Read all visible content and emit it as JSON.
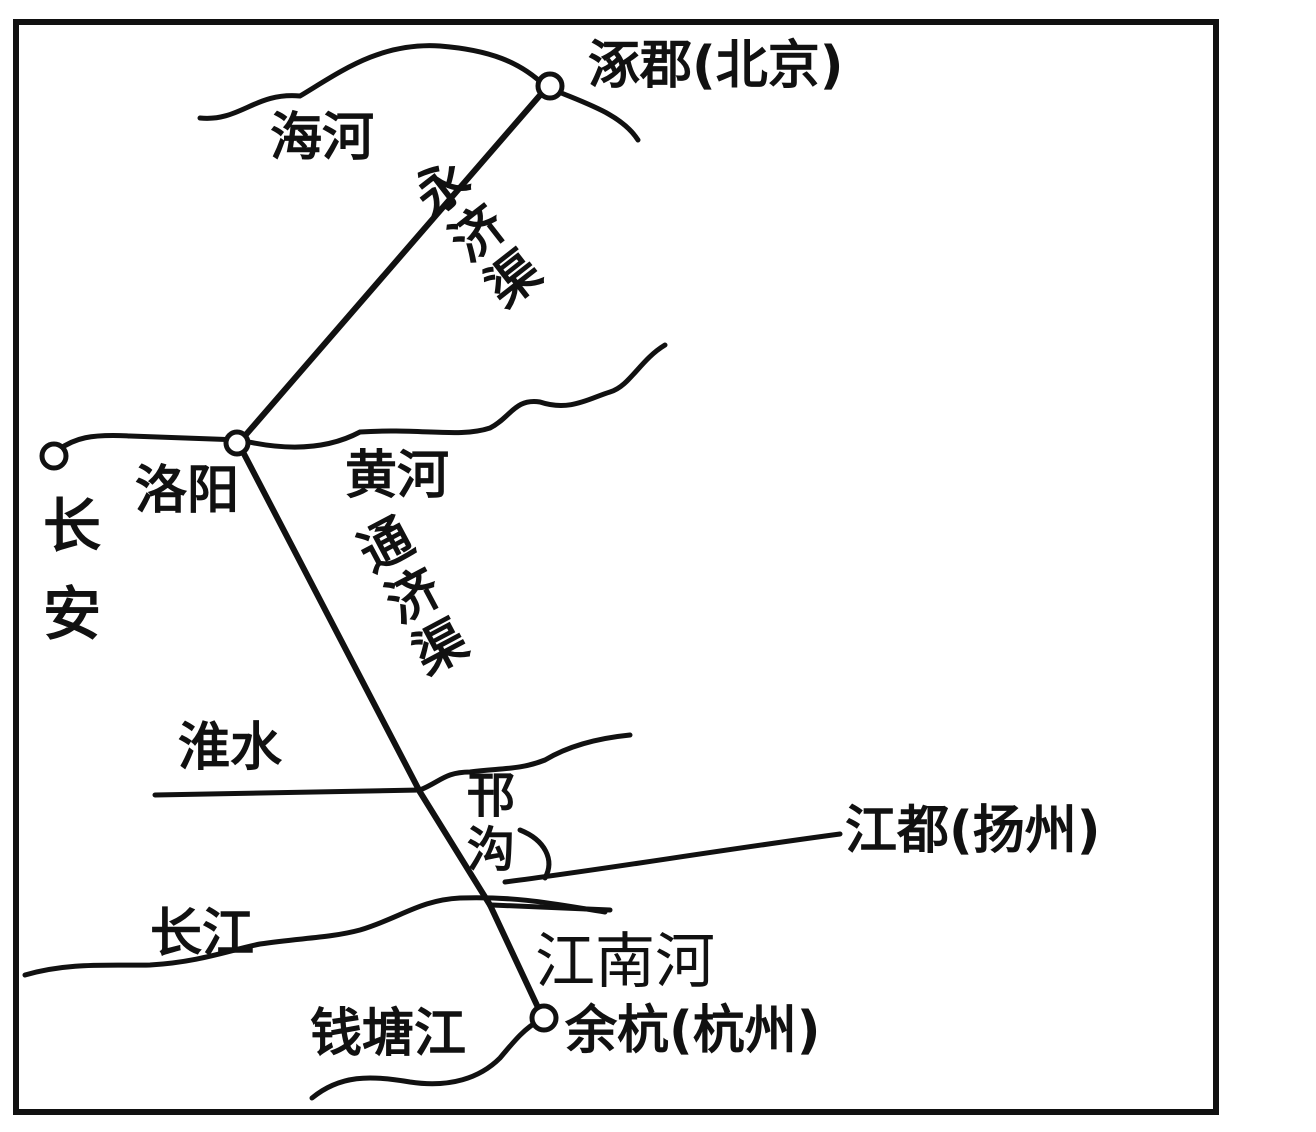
{
  "map": {
    "cities": {
      "zhuojun": "涿郡(北京)",
      "changan": "长安",
      "luoyang": "洛阳",
      "jiangdu": "江都(扬州)",
      "yuhang": "余杭(杭州)"
    },
    "rivers": {
      "haihe": "海河",
      "huanghe": "黄河",
      "huaishui": "淮水",
      "changjiang": "长江",
      "qiantangjiang": "钱塘江"
    },
    "canals": {
      "yongji": "永济渠",
      "tongji": "通济渠",
      "hangou": "邗沟",
      "jiangnan": "江南河"
    },
    "colors": {
      "ink": "#111111",
      "background": "#ffffff"
    }
  }
}
